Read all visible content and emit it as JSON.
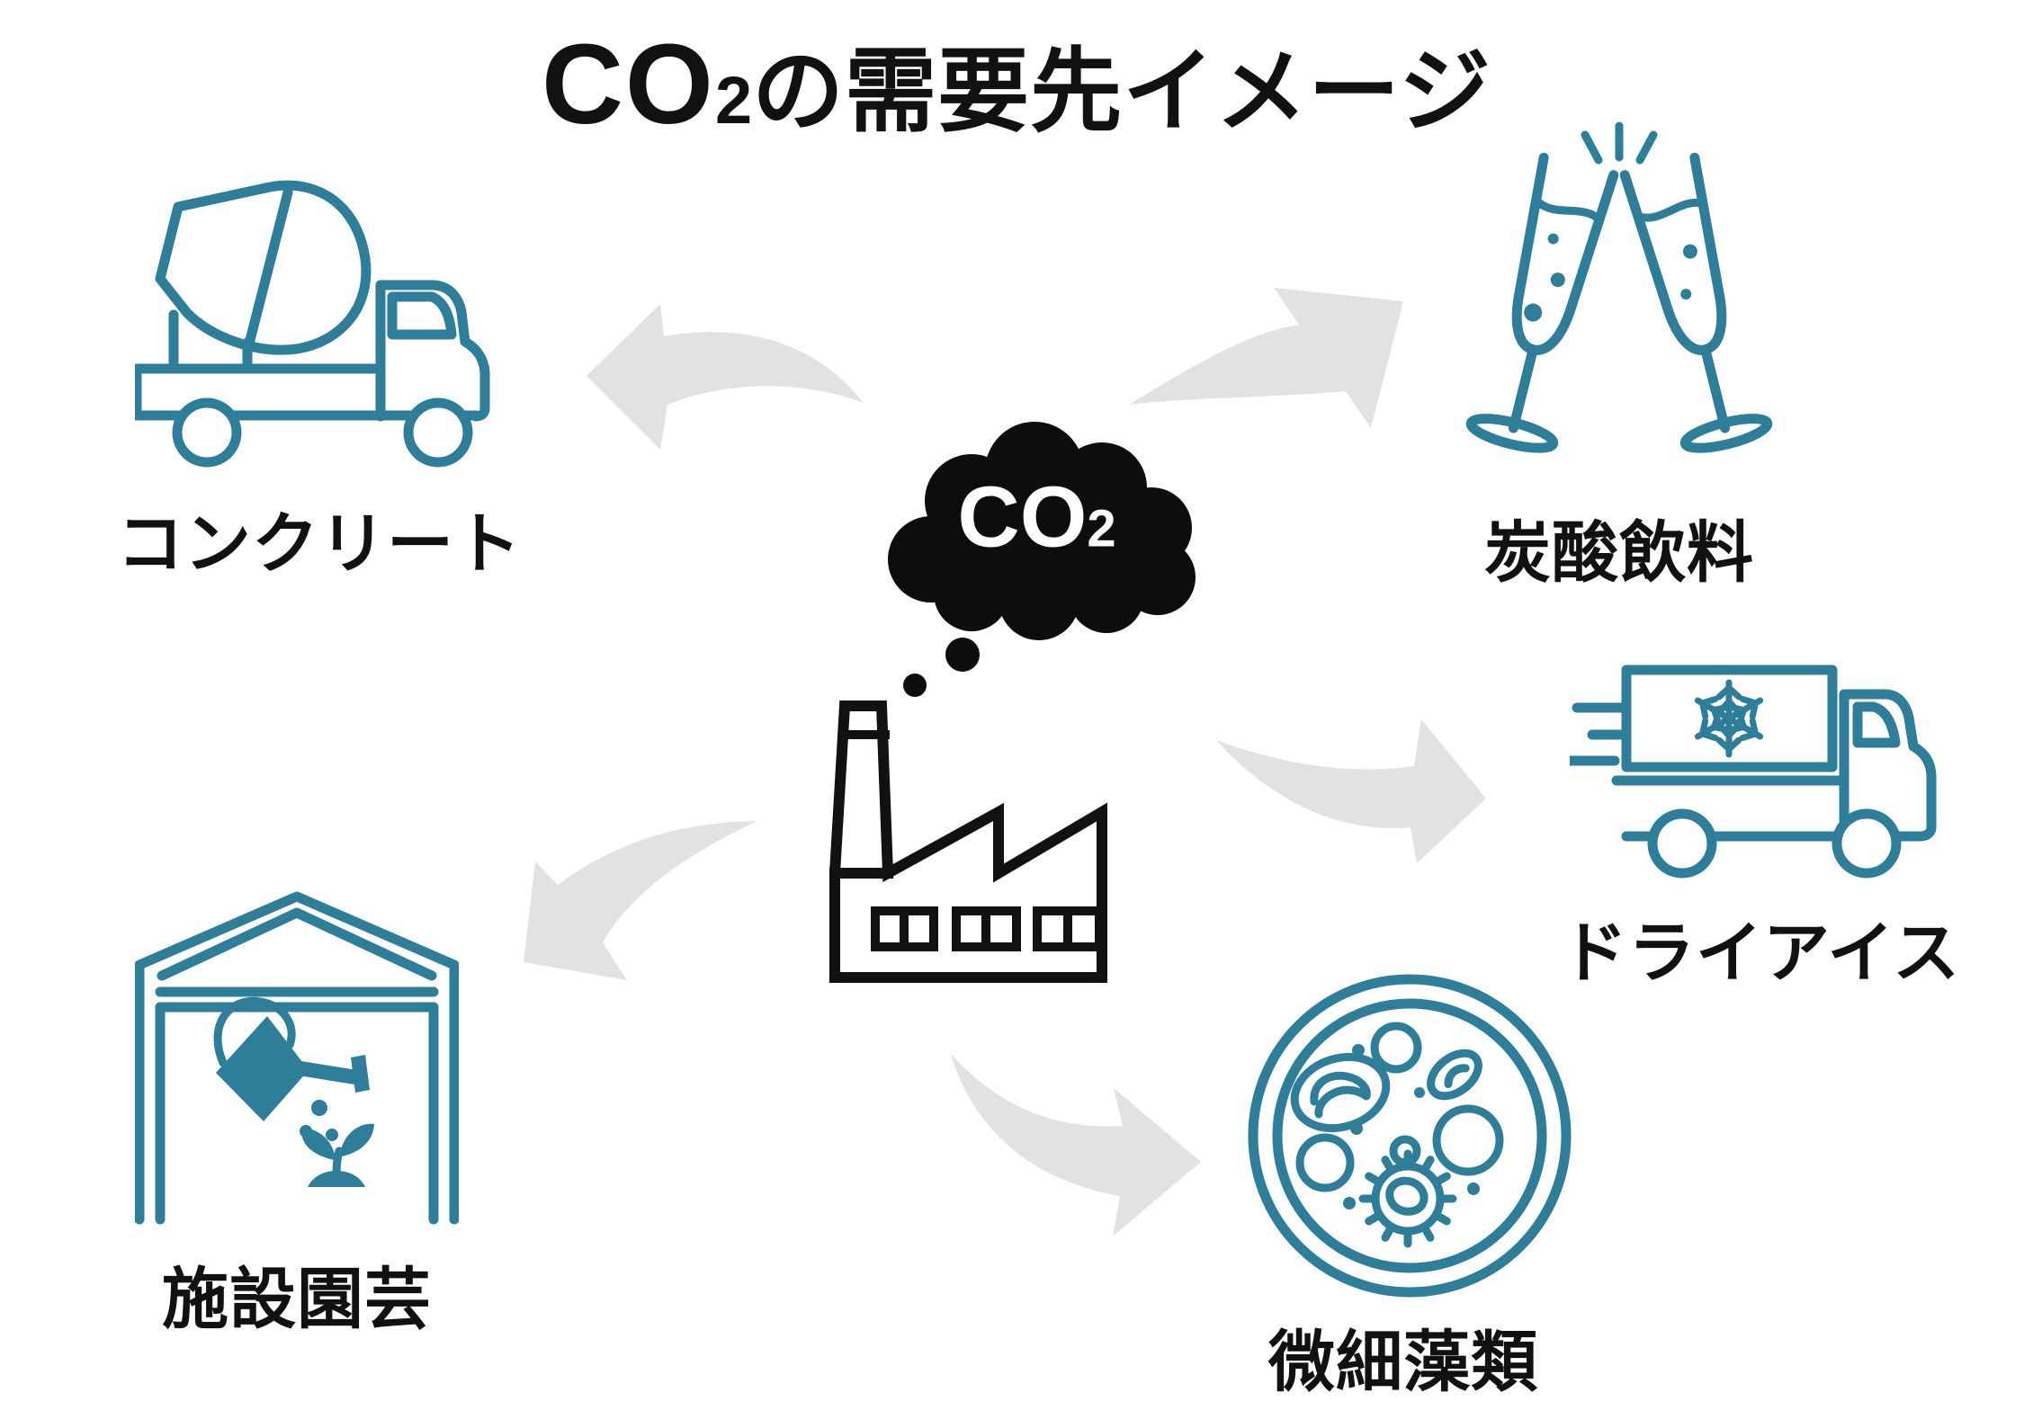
{
  "title": {
    "co": "CO",
    "sub": "2",
    "rest": "の需要先イメージ"
  },
  "center": {
    "cloud_co": "CO",
    "cloud_sub": "2",
    "factory_icon": "factory-icon",
    "cloud_icon": "co2-smoke-cloud-icon"
  },
  "nodes": [
    {
      "id": "concrete",
      "label": "コンクリート",
      "icon": "cement-mixer-truck-icon"
    },
    {
      "id": "carbonated-drinks",
      "label": "炭酸飲料",
      "icon": "champagne-glasses-icon"
    },
    {
      "id": "dry-ice",
      "label": "ドライアイス",
      "icon": "refrigerated-truck-icon"
    },
    {
      "id": "microalgae",
      "label": "微細藻類",
      "icon": "petri-dish-icon"
    },
    {
      "id": "greenhouse-horticulture",
      "label": "施設園芸",
      "icon": "greenhouse-watering-icon"
    }
  ],
  "colors": {
    "icon_teal": "#2E7D99",
    "arrow_gray": "#E2E2E2",
    "text_black": "#111111",
    "cloud_black": "#0D0D0D",
    "cloud_text": "#FFFFFF"
  }
}
